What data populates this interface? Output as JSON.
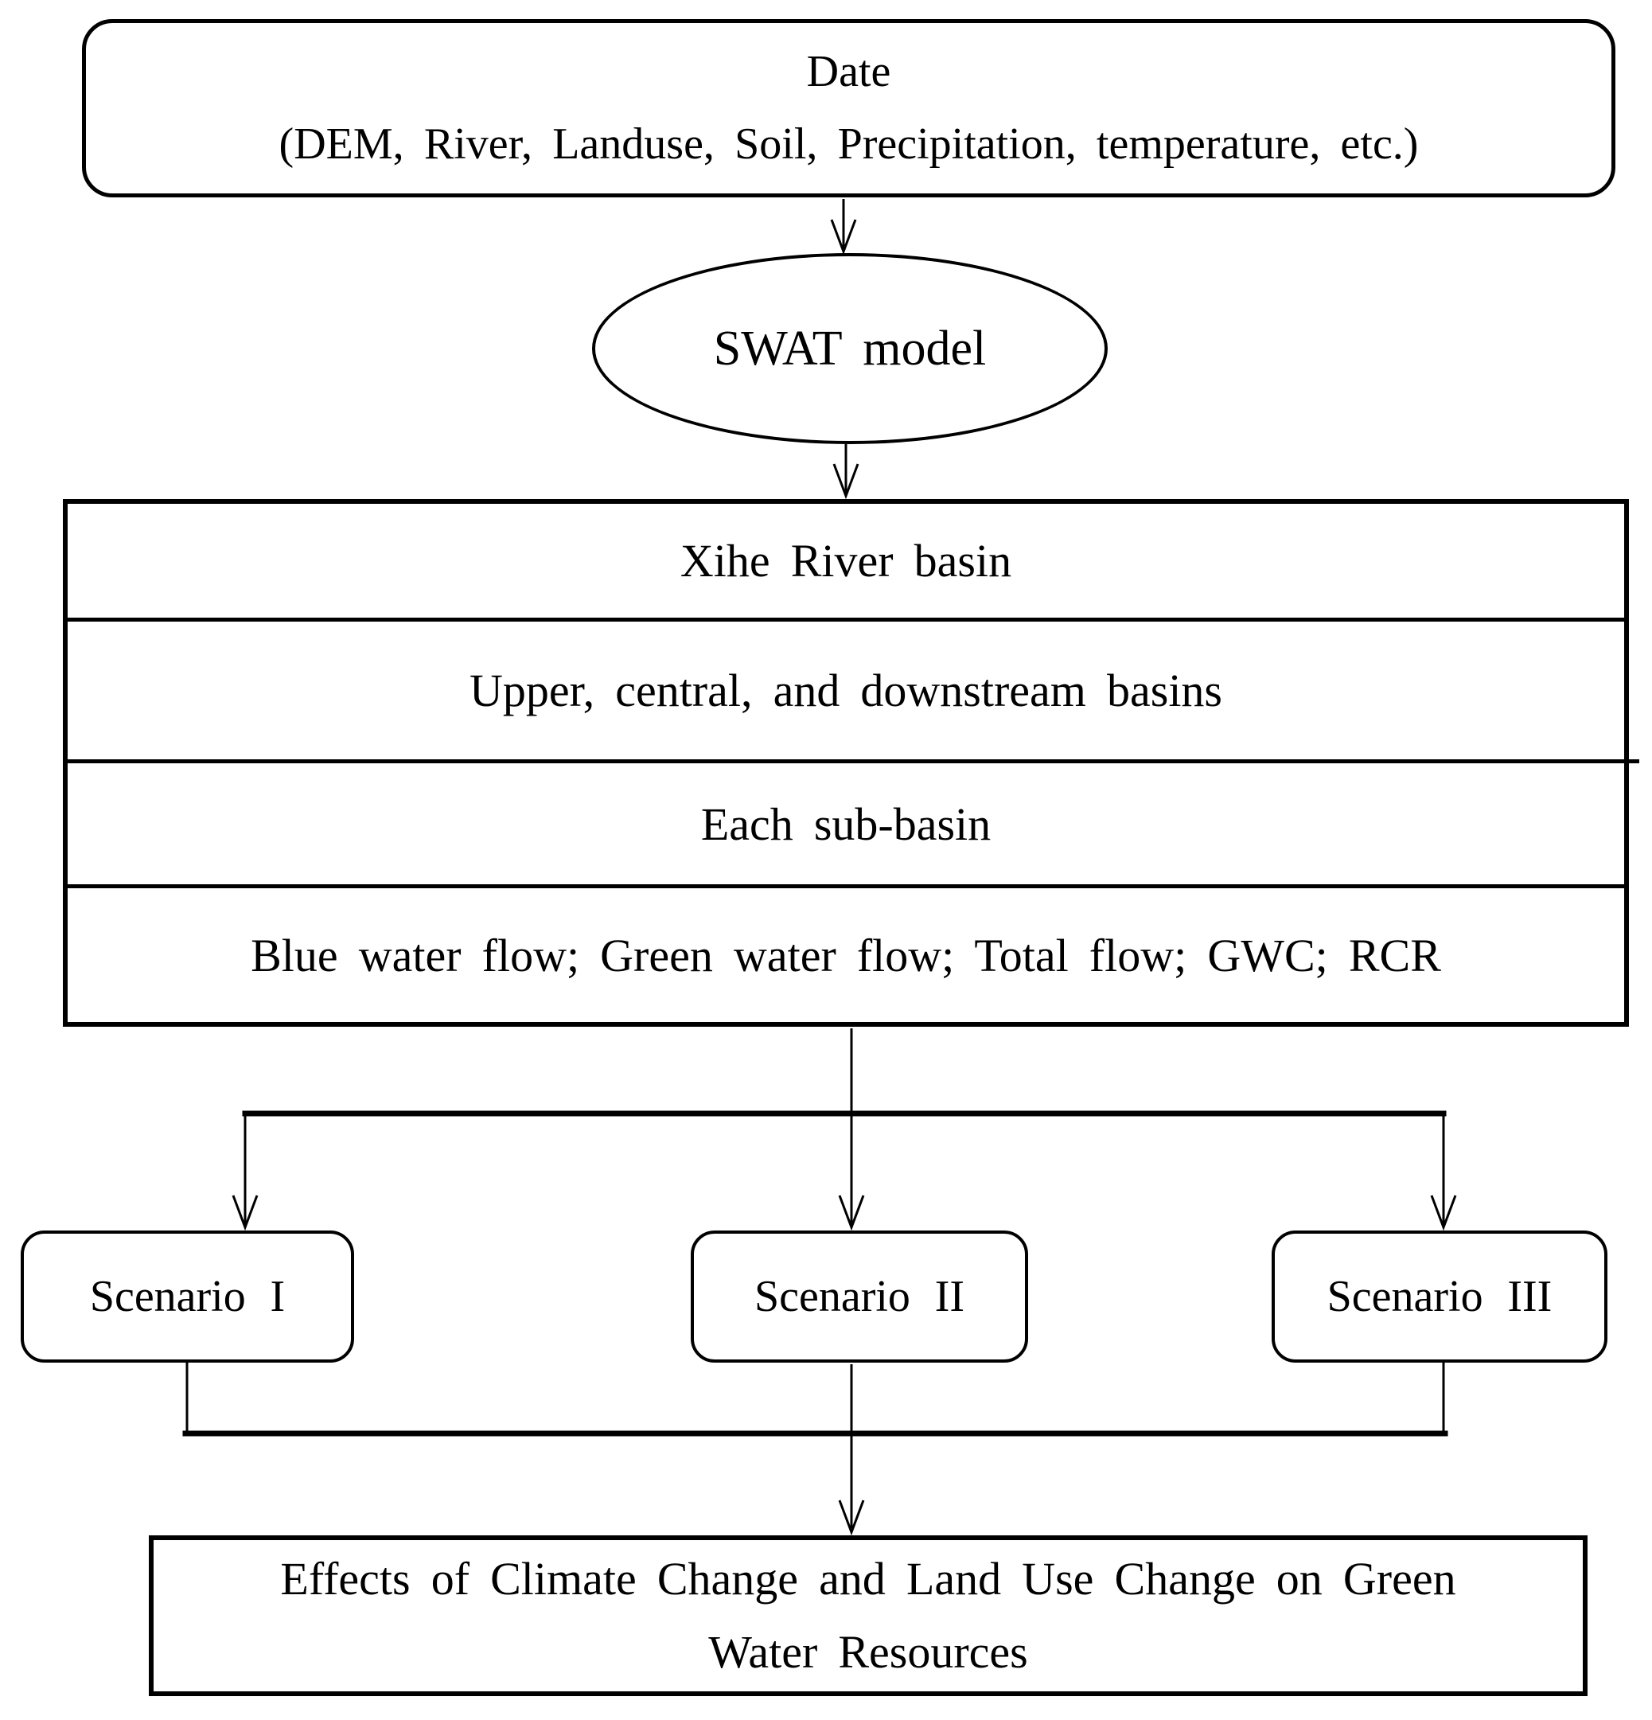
{
  "figure": {
    "data_box": {
      "title": "Date",
      "subtitle": "(DEM, River, Landuse, Soil, Precipitation, temperature, etc.)"
    },
    "model_node": {
      "label": "SWAT model"
    },
    "analysis_box": {
      "rows": [
        {
          "label": "Xihe River basin"
        },
        {
          "label": "Upper, central, and downstream basins"
        },
        {
          "label": "Each sub-basin"
        },
        {
          "label": "Blue water flow; Green water flow; Total flow; GWC; RCR"
        }
      ]
    },
    "scenario_boxes": [
      {
        "label": "Scenario I"
      },
      {
        "label": "Scenario II"
      },
      {
        "label": "Scenario III"
      }
    ],
    "result_box": {
      "line1": "Effects of Climate Change and Land Use Change on Green",
      "line2": "Water Resources"
    },
    "colors": {
      "ink": "#000000",
      "background": "#ffffff"
    }
  }
}
